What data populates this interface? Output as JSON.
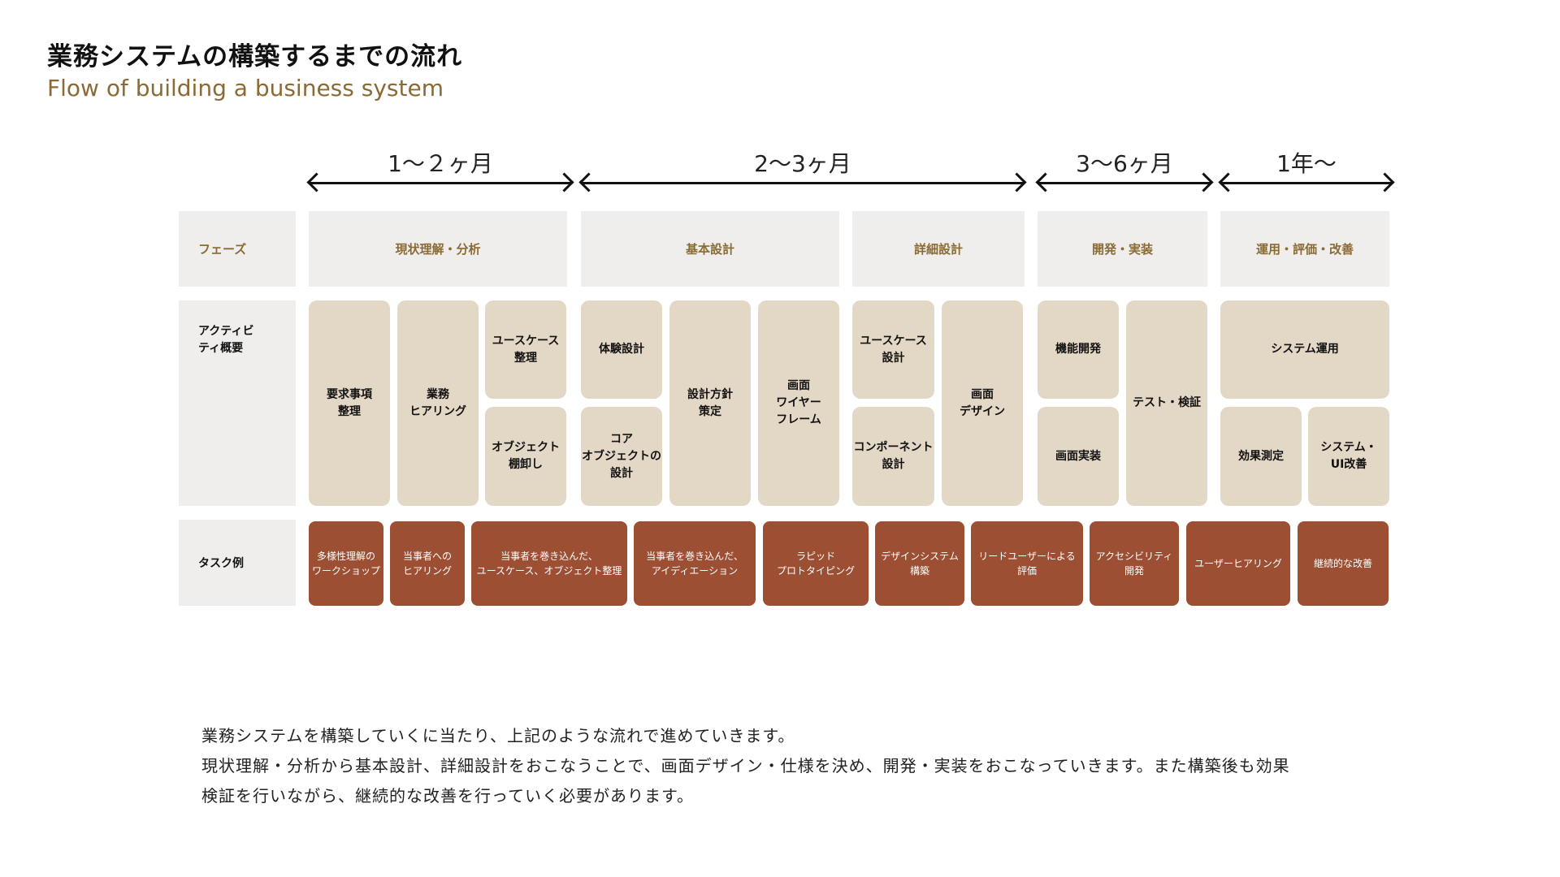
{
  "header": {
    "title": "業務システムの構築するまでの流れ",
    "subtitle": "Flow of building a business system"
  },
  "durations": [
    "1〜２ヶ月",
    "2〜3ヶ月",
    "3〜6ヶ月",
    "1年〜"
  ],
  "row_labels": {
    "phase": "フェーズ",
    "activity": "アクティビ\nティ概要",
    "task": "タスク例"
  },
  "phases": [
    "現状理解・分析",
    "基本設計",
    "詳細設計",
    "開発・実装",
    "運用・評価・改善"
  ],
  "activities": [
    "要求事項\n整理",
    "業務\nヒアリング",
    "ユースケース\n整理",
    "オブジェクト\n棚卸し",
    "体験設計",
    "コア\nオブジェクトの\n設計",
    "設計方針\n策定",
    "画面\nワイヤー\nフレーム",
    "ユースケース\n設計",
    "コンポーネント\n設計",
    "画面\nデザイン",
    "機能開発",
    "画面実装",
    "テスト・検証",
    "システム運用",
    "効果測定",
    "システム・\nUI改善"
  ],
  "tasks": [
    "多様性理解の\nワークショップ",
    "当事者への\nヒアリング",
    "当事者を巻き込んだ、\nユースケース、オブジェクト整理",
    "当事者を巻き込んだ、\nアイディエーション",
    "ラピッド\nプロトタイピング",
    "デザインシステム\n構築",
    "リードユーザーによる\n評価",
    "アクセシビリティ\n開発",
    "ユーザーヒアリング",
    "継続的な改善"
  ],
  "description": [
    "業務システムを構築していくに当たり、上記のような流れで進めていきます。",
    "現状理解・分析から基本設計、詳細設計をおこなうことで、画面デザイン・仕様を決め、開発・実装をおこなっていきます。また構築後も効果",
    "検証を行いながら、継続的な改善を行っていく必要があります。"
  ],
  "colors": {
    "accent": "#8a6a35",
    "phase_bg": "#efeeec",
    "activity_bg": "#e3d8c6",
    "task_bg": "#9c4f33"
  }
}
